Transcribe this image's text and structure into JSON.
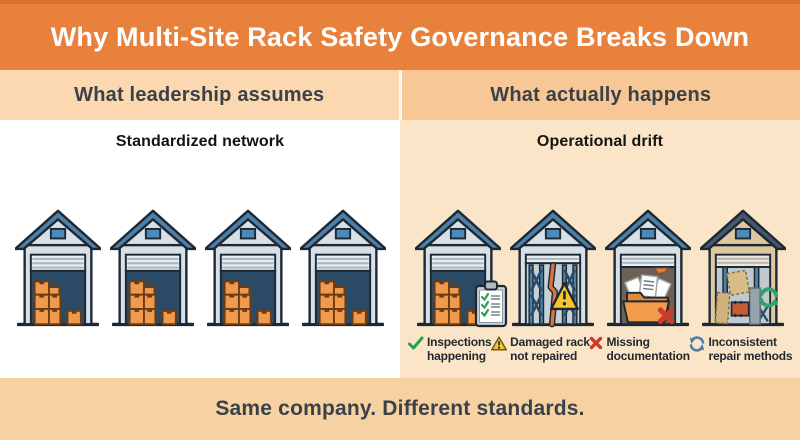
{
  "title": "Why Multi-Site Rack Safety Governance Breaks Down",
  "left_column": {
    "header": "What leadership assumes",
    "subtitle": "Standardized network"
  },
  "right_column": {
    "header": "What actually happens",
    "subtitle": "Operational drift"
  },
  "captions": [
    {
      "icon": "check-icon",
      "line1": "Inspections",
      "line2": "happening"
    },
    {
      "icon": "warning-icon",
      "line1": "Damaged rack",
      "line2": "not repaired"
    },
    {
      "icon": "x-icon",
      "line1": "Missing",
      "line2": "documentation"
    },
    {
      "icon": "refresh-icon",
      "line1": "Inconsistent",
      "line2": "repair methods"
    }
  ],
  "footer": "Same company. Different standards.",
  "palette": {
    "banner_orange": "#E8813B",
    "banner_top_edge": "#D4712E",
    "left_header_bg": "#FBD8AF",
    "right_header_bg": "#F7C795",
    "right_panel_bg": "#FAE5C9",
    "footer_bg": "#F6D1A2",
    "heading_text": "#3A4149",
    "roof_blue": "#4E7FA6",
    "dark_roof": "#46586B",
    "wall_gray": "#D7E0E7",
    "patched_wall_tan": "#DFC79F",
    "door_navy": "#2B4A66",
    "box_orange": "#EF9A4C",
    "check_green": "#2E9E4F",
    "warning_yellow": "#F5C431",
    "error_red": "#CE3A2C",
    "refresh_blue": "#4E7FA6",
    "recycle_green": "#2FA36E"
  }
}
